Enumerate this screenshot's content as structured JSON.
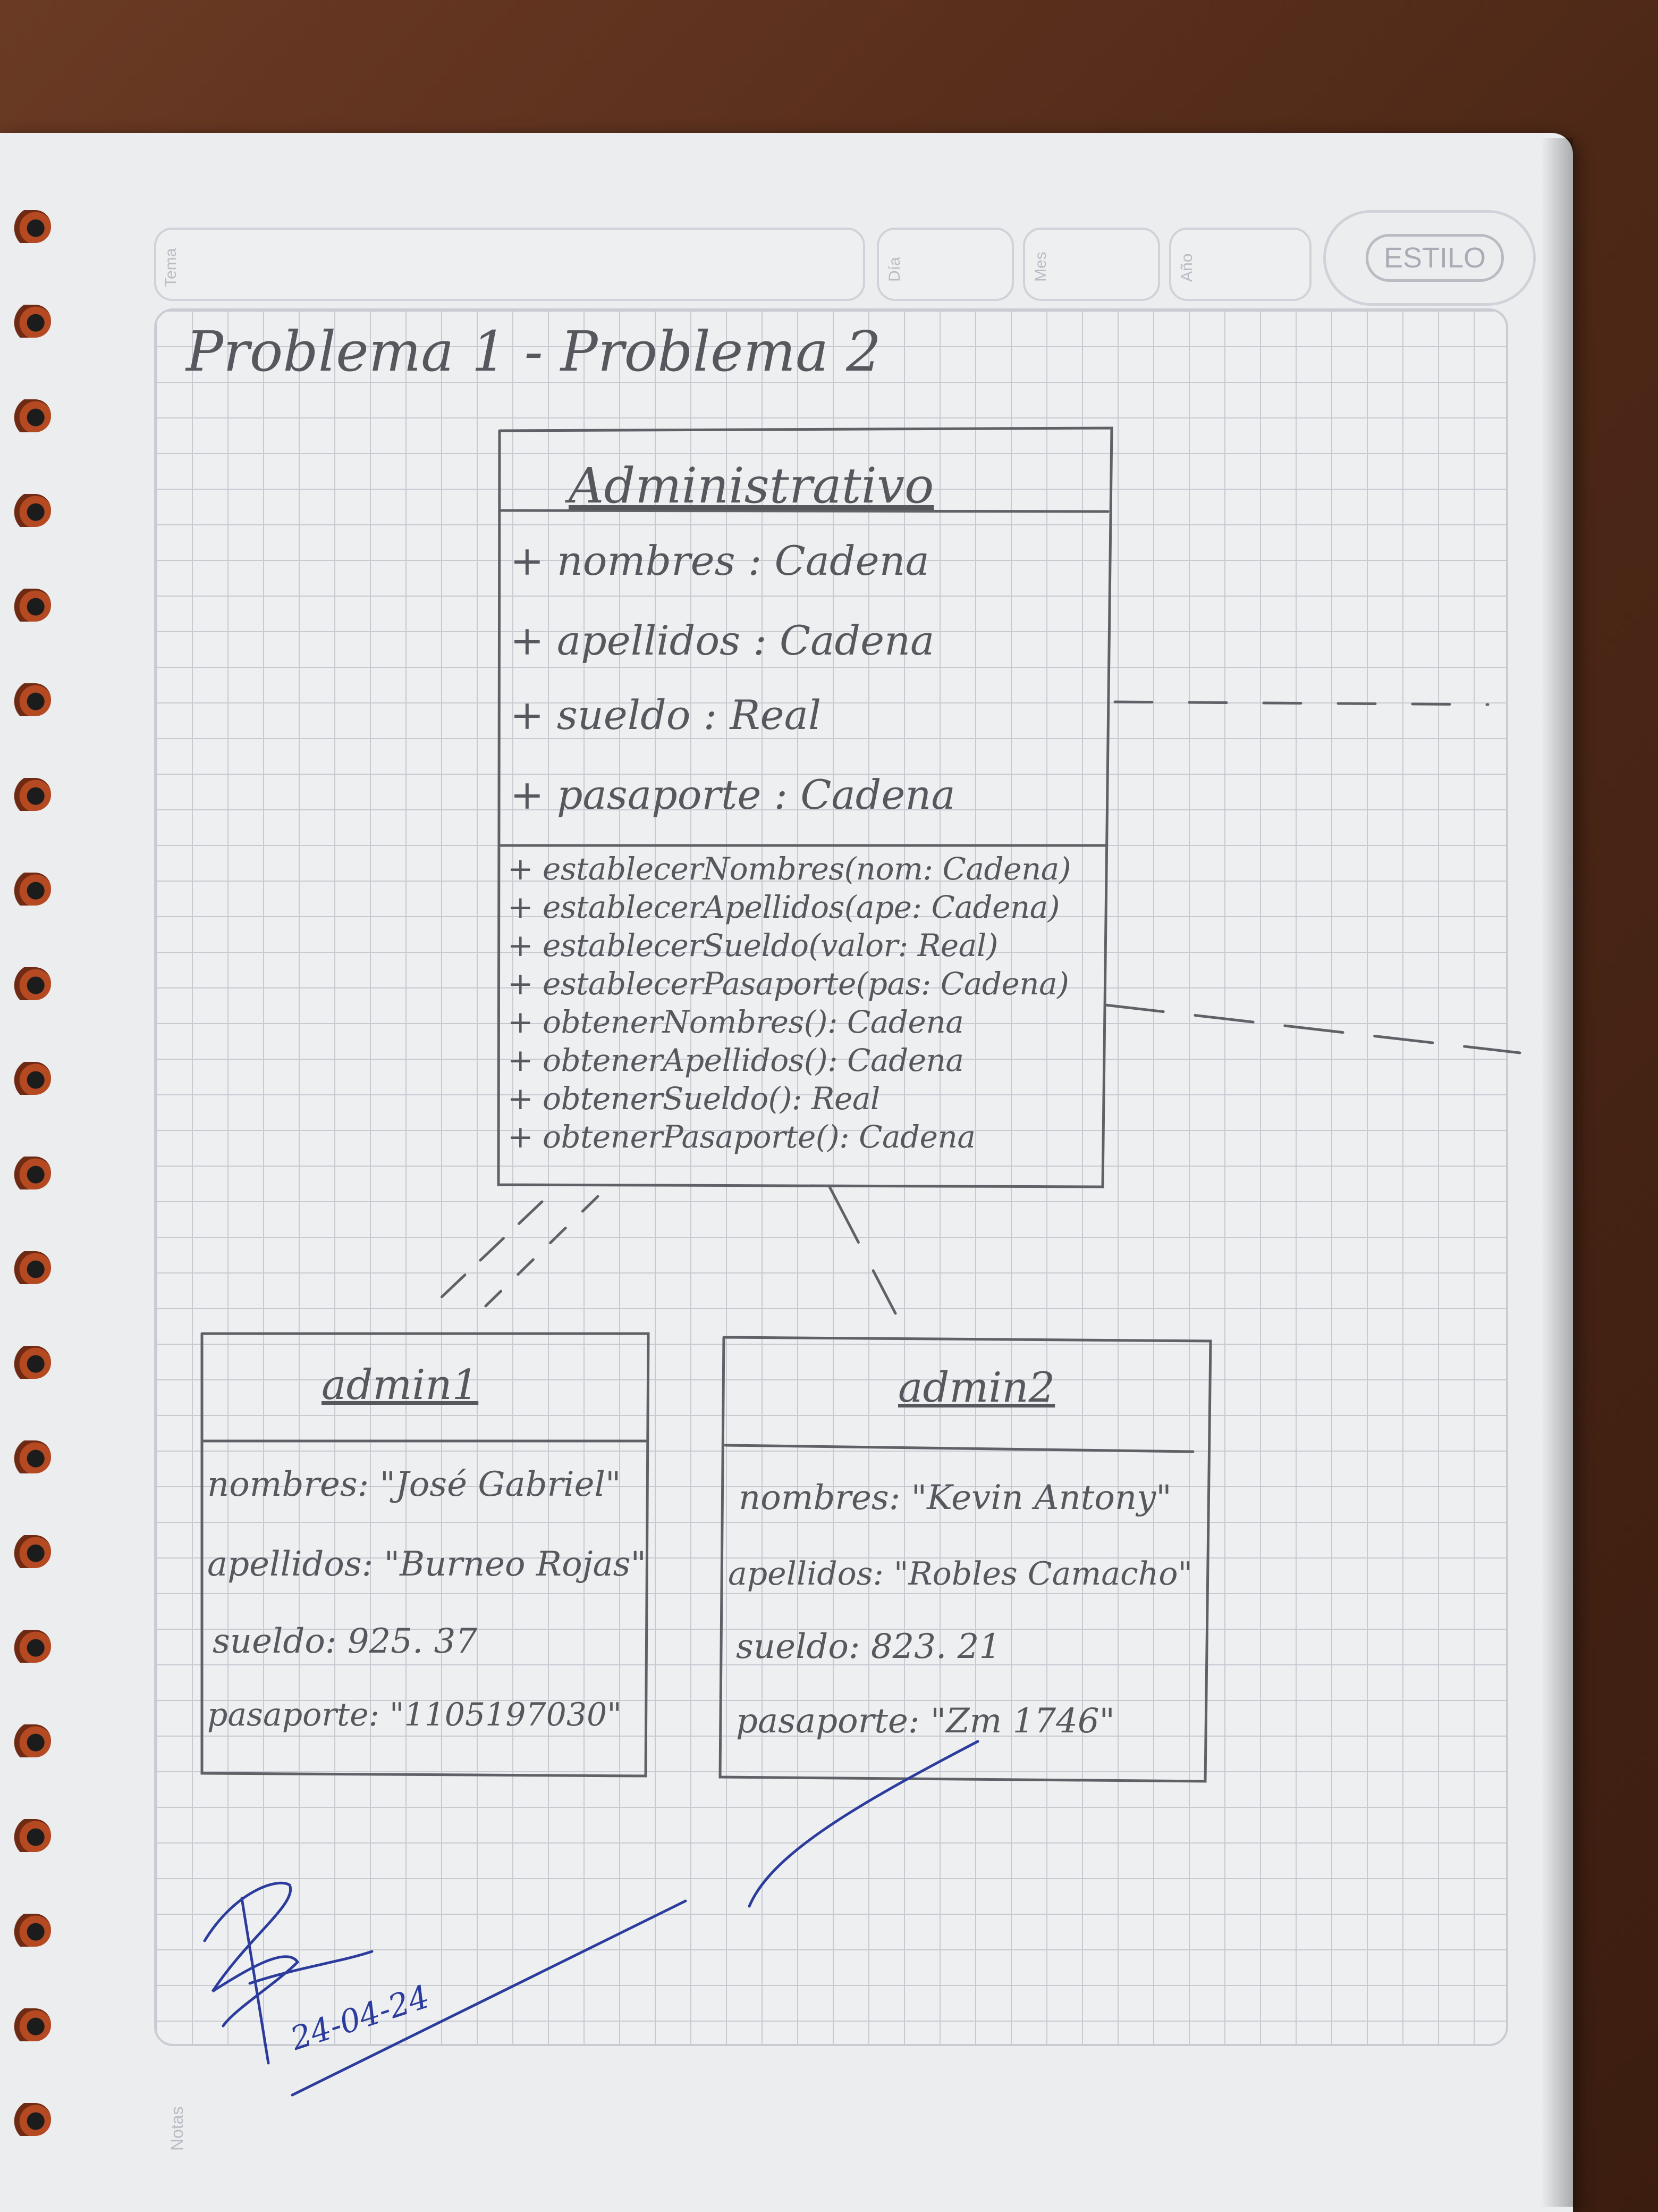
{
  "header": {
    "labels": {
      "tema": "Tema",
      "dia": "Día",
      "mes": "Mes",
      "anio": "Año",
      "notas": "Notas"
    },
    "brand": "ESTILO"
  },
  "title": "Problema 1 - Problema 2",
  "class_box": {
    "name": "Administrativo",
    "attributes": [
      "+ nombres : Cadena",
      "+ apellidos : Cadena",
      "+ sueldo : Real",
      "+ pasaporte : Cadena"
    ],
    "methods": [
      "+ establecerNombres(nom: Cadena)",
      "+ establecerApellidos(ape: Cadena)",
      "+ establecerSueldo(valor: Real)",
      "+ establecerPasaporte(pas: Cadena)",
      "+ obtenerNombres(): Cadena",
      "+ obtenerApellidos(): Cadena",
      "+ obtenerSueldo(): Real",
      "+ obtenerPasaporte(): Cadena"
    ]
  },
  "instances": [
    {
      "name": "admin1",
      "attributes": [
        "nombres: \"José Gabriel\"",
        "apellidos: \"Burneo Rojas\"",
        "sueldo: 925. 37",
        "pasaporte: \"1105197030\""
      ]
    },
    {
      "name": "admin2",
      "attributes": [
        "nombres: \"Kevin Antony\"",
        "apellidos: \"Robles Camacho\"",
        "sueldo: 823. 21",
        "pasaporte: \"Zm 1746\""
      ]
    }
  ],
  "signature": {
    "date": "24-04-24"
  },
  "colors": {
    "pencil": "#56585d",
    "ink": "#2c3c9c",
    "paper": "#ecedef",
    "grid": "#c7cad1"
  }
}
